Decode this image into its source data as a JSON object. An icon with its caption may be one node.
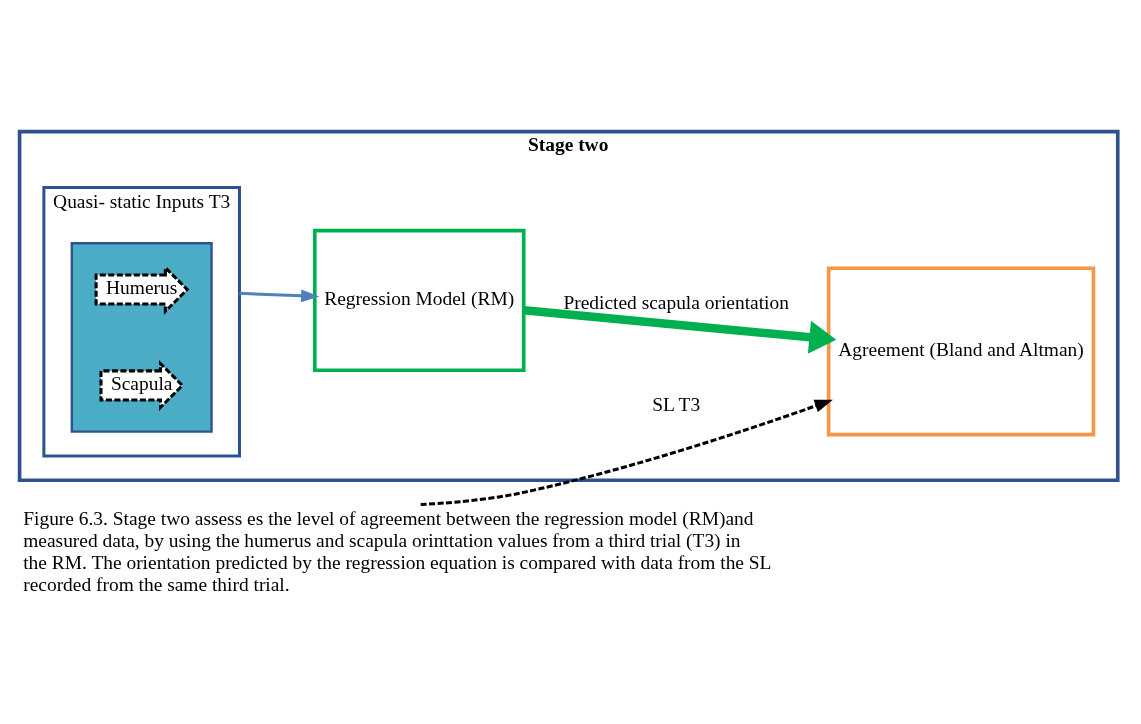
{
  "diagram": {
    "caption": "Figure 6.3. Stage two assess es the level of agreement between the regression model (RM)and measured data, by using the humerus and scapula orinttation values from a third trial (T3) in the RM. The orientation predicted by the regression equation is compared with data from the SL recorded from the same third trial.",
    "nodes": [
      {
        "text": [
          "Stage two"
        ]
      },
      {
        "text": [
          "Quasi- static Inputs T3"
        ],
        "in": 0
      },
      {
        "text": [],
        "shape": "box",
        "in": 1
      },
      {
        "text": [
          "Humerus"
        ],
        "in": 2
      },
      {
        "text": [
          "Scapula"
        ],
        "in": 2
      },
      {
        "text": [
          "Regression Model (RM)"
        ],
        "in": 0
      },
      {
        "text": [
          "Agreement (Bland and Altman)"
        ],
        "in": 0
      }
    ],
    "edges": [
      {
        "from": 1,
        "to": 5,
        "arrow": "to",
        "color": "#4f81bd"
      },
      {
        "from": 5,
        "to": 6,
        "arrow": "to",
        "label": "Predicted scapula orientation",
        "style": "thick",
        "color": "#00b050"
      },
      {
        "from": null,
        "to": 6,
        "arrow": "to",
        "label": "SL T3",
        "style": "dashed",
        "color": "#000000"
      }
    ]
  }
}
